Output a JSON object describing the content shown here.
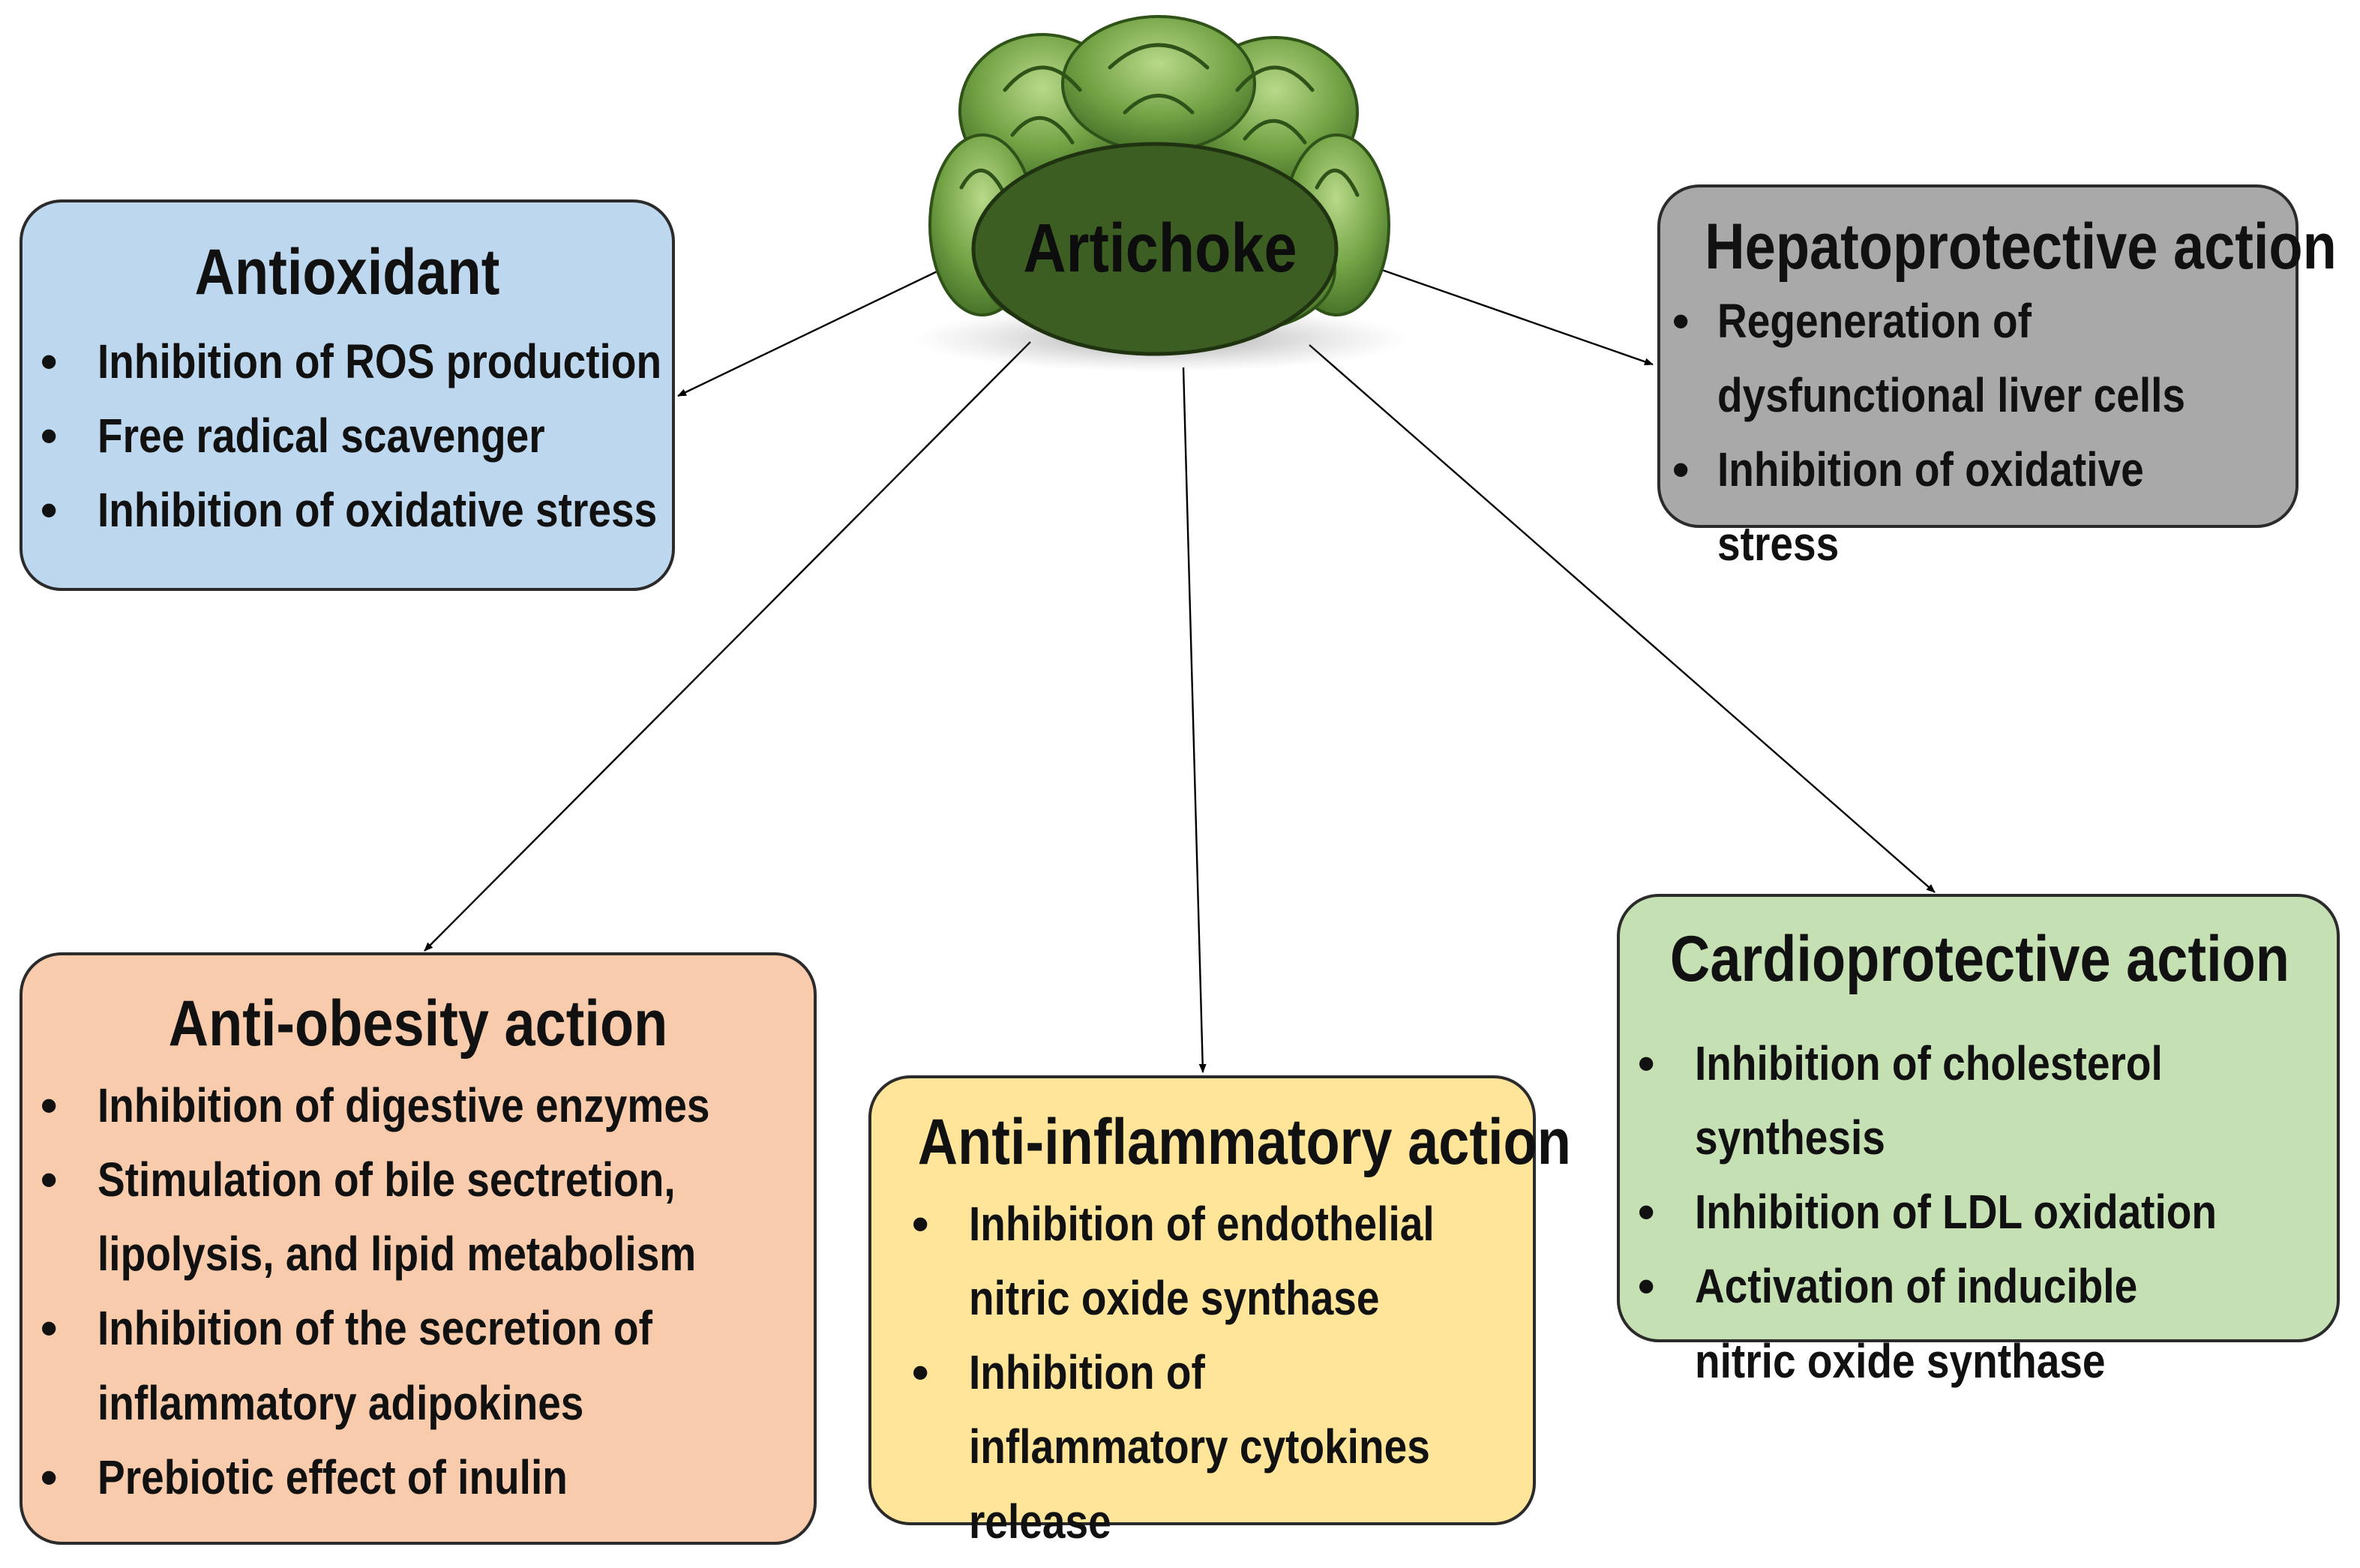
{
  "center": {
    "label": "Artichoke",
    "icon": "artichoke-icon"
  },
  "boxes": {
    "antioxidant": {
      "title": "Antioxidant",
      "color": "#bdd7ee",
      "items": [
        "Inhibition of ROS production",
        "Free radical scavenger",
        "Inhibition of oxidative stress"
      ]
    },
    "hepatoprotective": {
      "title": "Hepatoprotective action",
      "color": "#a9a9a9",
      "items": [
        "Regeneration of dysfunctional liver cells",
        "Inhibition of oxidative stress"
      ]
    },
    "anti_obesity": {
      "title": "Anti-obesity action",
      "color": "#f7cbac",
      "items": [
        "Inhibition of digestive enzymes",
        "Stimulation of bile sectretion, lipolysis, and lipid metabolism",
        "Inhibition of the secretion of inflammatory adipokines",
        "Prebiotic effect of inulin"
      ]
    },
    "anti_inflammatory": {
      "title": "Anti-inflammatory action",
      "color": "#ffe599",
      "items": [
        "Inhibition of endothelial nitric oxide synthase",
        "Inhibition of inflammatory cytokines release"
      ]
    },
    "cardioprotective": {
      "title": "Cardioprotective action",
      "color": "#c5e0b3",
      "items": [
        "Inhibition of cholesterol synthesis",
        "Inhibition of LDL oxidation",
        "Activation of inducible nitric oxide synthase"
      ]
    }
  }
}
